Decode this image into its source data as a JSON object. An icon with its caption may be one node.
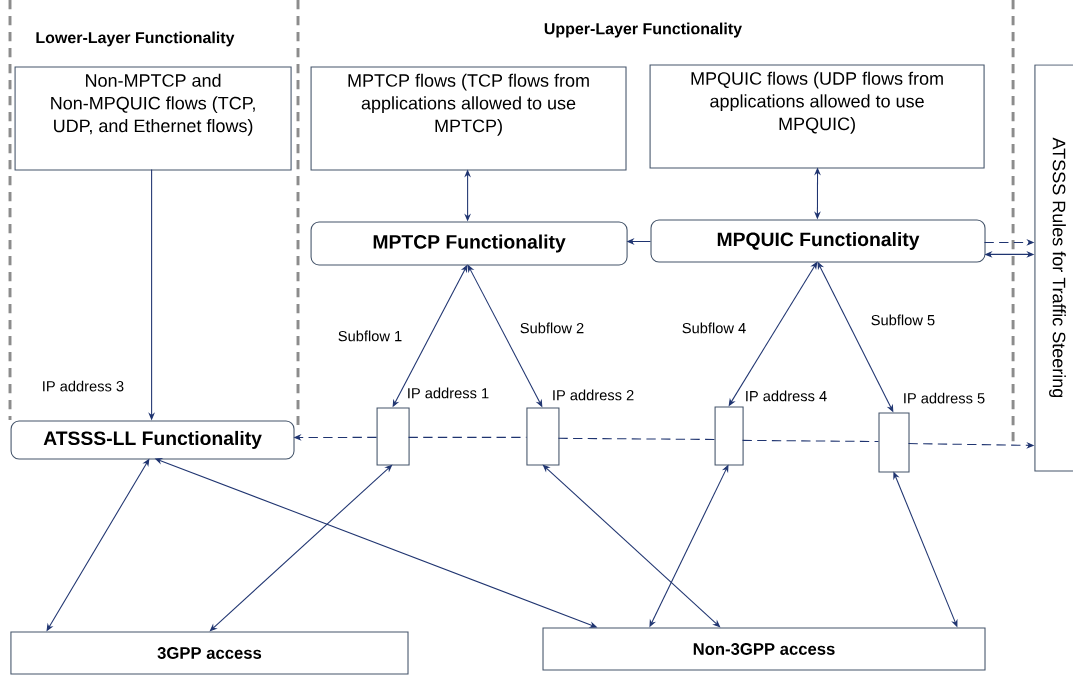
{
  "diagram": {
    "nodes": [
      {
        "text": [
          "Non-MPTCP and Non-MPQUIC  flows (TCP, UDP, and Ethernet flows)"
        ]
      },
      {
        "text": [
          "MPTCP flows (TCP flows from applications allowed to use MPTCP)"
        ]
      },
      {
        "text": [
          "MPQUIC flows (UDP flows from applications allowed to use MPQUIC)"
        ]
      },
      {
        "text": [
          "ATSSS Rules for Traffic Steering"
        ]
      },
      {
        "text": [
          "MPTCP Functionality"
        ]
      },
      {
        "text": [
          "MPQUIC Functionality"
        ]
      },
      {
        "text": [
          "ATSSS-LL Functionality"
        ],
        "beside": [
          "IP address 3"
        ]
      },
      {
        "text": [],
        "shape": "box",
        "beside": [
          "IP address 1"
        ]
      },
      {
        "text": [],
        "shape": "box",
        "beside": [
          "IP address 2"
        ]
      },
      {
        "text": [],
        "shape": "box",
        "beside": [
          "IP address 4"
        ]
      },
      {
        "text": [],
        "shape": "box",
        "beside": [
          "IP address 5"
        ]
      },
      {
        "text": [
          "3GPP access"
        ]
      },
      {
        "text": [
          "Non-3GPP access"
        ]
      }
    ],
    "edges": [
      {
        "from": 0,
        "to": 6,
        "arrow": "to"
      },
      {
        "from": 1,
        "to": 4,
        "arrow": "both"
      },
      {
        "from": 2,
        "to": 5,
        "arrow": "both"
      },
      {
        "from": 5,
        "to": 4,
        "arrow": "to"
      },
      {
        "from": 5,
        "to": 3,
        "arrow": "to",
        "style": "dashed"
      },
      {
        "from": 5,
        "to": 3,
        "arrow": "both"
      },
      {
        "from": 4,
        "to": 7,
        "arrow": "both",
        "label": "Subflow 1"
      },
      {
        "from": 4,
        "to": 8,
        "arrow": "both",
        "label": "Subflow 2"
      },
      {
        "from": 5,
        "to": 9,
        "arrow": "both",
        "label": "Subflow 4"
      },
      {
        "from": 5,
        "to": 10,
        "arrow": "both",
        "label": "Subflow 5"
      },
      {
        "from": 7,
        "to": 6,
        "arrow": "to",
        "style": "dashed"
      },
      {
        "from": 7,
        "to": 8,
        "arrow": "none",
        "style": "dashed"
      },
      {
        "from": 8,
        "to": 9,
        "arrow": "none",
        "style": "dashed"
      },
      {
        "from": 9,
        "to": 10,
        "arrow": "none",
        "style": "dashed"
      },
      {
        "from": 10,
        "to": 3,
        "arrow": "to",
        "style": "dashed"
      },
      {
        "from": 6,
        "to": 11,
        "arrow": "both"
      },
      {
        "from": 6,
        "to": 12,
        "arrow": "both"
      },
      {
        "from": 7,
        "to": 11,
        "arrow": "both"
      },
      {
        "from": 8,
        "to": 12,
        "arrow": "both"
      },
      {
        "from": 9,
        "to": 12,
        "arrow": "both"
      },
      {
        "from": 10,
        "to": 12,
        "arrow": "both"
      }
    ],
    "labels": [
      "Lower-Layer Functionality",
      "Upper-Layer Functionality"
    ]
  }
}
